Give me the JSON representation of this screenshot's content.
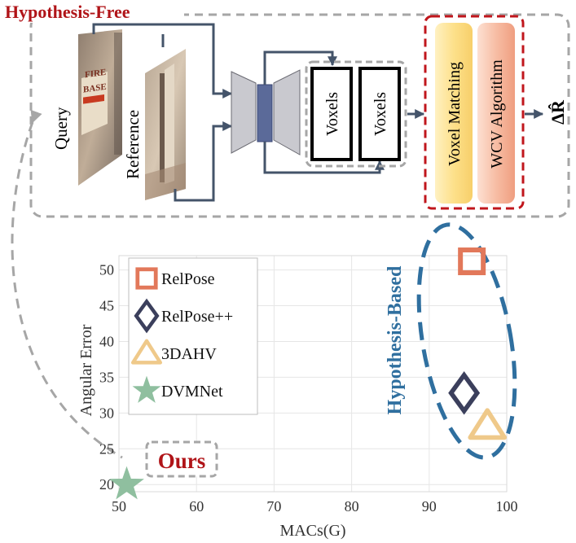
{
  "top_panel": {
    "title": "Hypothesis-Free",
    "query_label": "Query",
    "reference_label": "Reference",
    "voxel_labels": [
      "Voxels",
      "Voxels"
    ],
    "matching_label": "Voxel Matching",
    "wcv_label": "WCV Algorithm",
    "output_label": "ΔR̂"
  },
  "hypothesis_based_label": "Hypothesis-Based",
  "ours_label": "Ours",
  "colors": {
    "title_red": "#b01418",
    "dashed_gray": "#a6a6a6",
    "arrow": "#44546a",
    "ellipse_blue": "#2f6f9f",
    "relpose": "#e2785a",
    "relposepp": "#3b3f5c",
    "threedahv": "#efc98a",
    "dvmnet": "#8fbf9f",
    "matching_fill": "#fde28c",
    "wcv_fill": "#f7b8a0"
  },
  "chart_data": {
    "type": "scatter",
    "xlabel": "MACs(G)",
    "ylabel": "Angular Error",
    "xlim": [
      50,
      100
    ],
    "ylim": [
      19,
      52
    ],
    "xticks": [
      50,
      60,
      70,
      80,
      90,
      100
    ],
    "yticks": [
      20,
      25,
      30,
      35,
      40,
      45,
      50
    ],
    "grid": true,
    "legend_position": "top-left",
    "series": [
      {
        "name": "RelPose",
        "marker": "square",
        "color": "#e2785a",
        "x": 95.5,
        "y": 51.2
      },
      {
        "name": "RelPose++",
        "marker": "diamond",
        "color": "#3b3f5c",
        "x": 94.5,
        "y": 32.8
      },
      {
        "name": "3DAHV",
        "marker": "triangle",
        "color": "#efc98a",
        "x": 97.5,
        "y": 28.2
      },
      {
        "name": "DVMNet",
        "marker": "star",
        "color": "#8fbf9f",
        "x": 51.0,
        "y": 20.0
      }
    ]
  }
}
